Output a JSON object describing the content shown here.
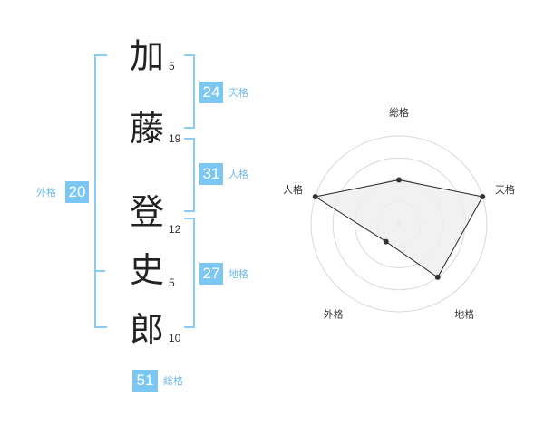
{
  "name": {
    "chars": [
      "加",
      "藤",
      "登",
      "史",
      "郎"
    ],
    "strokes": [
      "5",
      "19",
      "12",
      "5",
      "10"
    ]
  },
  "fortunes": {
    "tenkaku": {
      "value": "24",
      "label": "天格"
    },
    "jinkaku": {
      "value": "31",
      "label": "人格"
    },
    "chikaku": {
      "value": "27",
      "label": "地格"
    },
    "gaikaku": {
      "value": "20",
      "label": "外格"
    },
    "soukaku": {
      "value": "51",
      "label": "総格"
    }
  },
  "radar": {
    "axes": [
      "総格",
      "天格",
      "地格",
      "外格",
      "人格"
    ],
    "levels": 4,
    "scores": [
      2.0,
      4.0,
      3.0,
      1.0,
      4.0
    ],
    "max": 4,
    "fill": "#efefef",
    "line": "#222222",
    "grid": "#d8d8d8"
  },
  "colors": {
    "accent": "#7cc6f2",
    "accent_text": "#6fbbe9",
    "bracket": "#8ccaf0"
  }
}
